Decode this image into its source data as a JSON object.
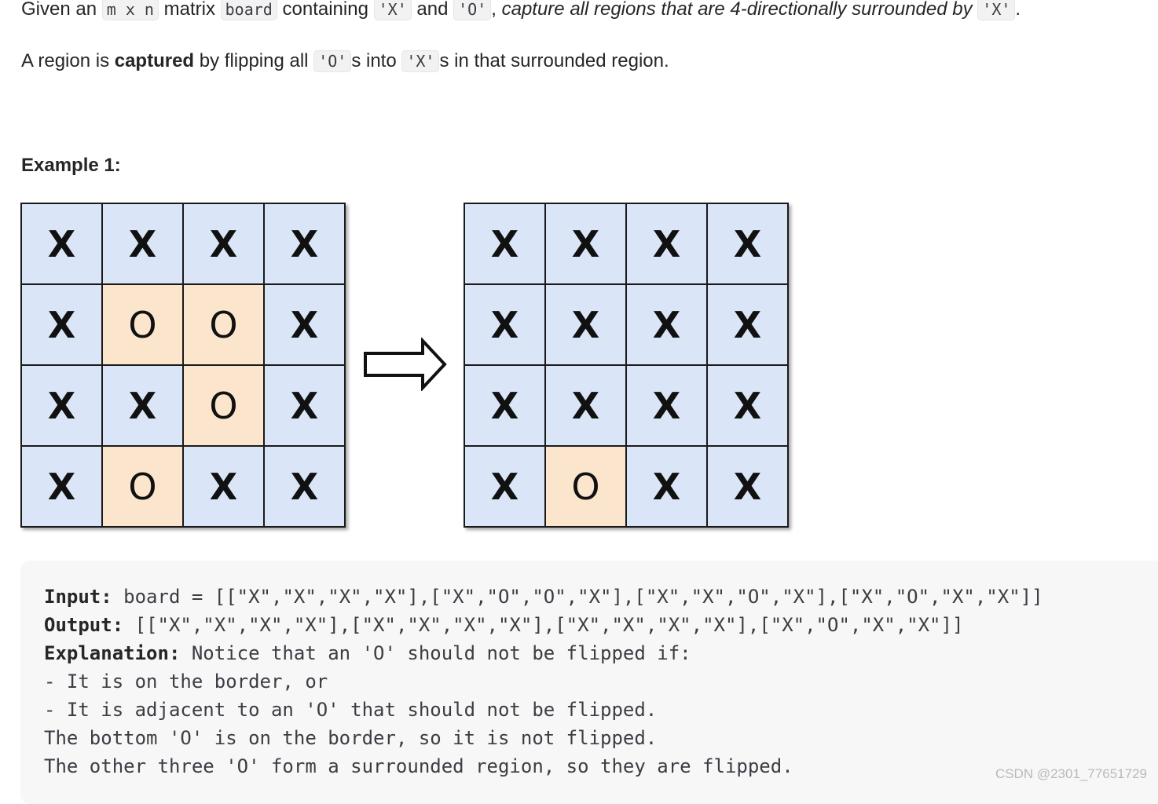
{
  "intro": {
    "p1": {
      "t1": "Given an ",
      "c_mxn": "m x n",
      "t2": " matrix ",
      "c_board": "board",
      "t3": " containing ",
      "c_x1": "'X'",
      "t4": " and ",
      "c_o1": "'O'",
      "t5": ", ",
      "italic": "capture all regions that are 4-directionally surrounded by",
      "t6": " ",
      "c_x2": "'X'",
      "t7": "."
    },
    "p2": {
      "t1": "A region is ",
      "bold": "captured",
      "t2": " by flipping all ",
      "c_o": "'O'",
      "t3": "s into ",
      "c_x": "'X'",
      "t4": "s in that surrounded region."
    }
  },
  "example_title": "Example 1:",
  "figure": {
    "before": [
      [
        "X",
        "X",
        "X",
        "X"
      ],
      [
        "X",
        "O",
        "O",
        "X"
      ],
      [
        "X",
        "X",
        "O",
        "X"
      ],
      [
        "X",
        "O",
        "X",
        "X"
      ]
    ],
    "after": [
      [
        "X",
        "X",
        "X",
        "X"
      ],
      [
        "X",
        "X",
        "X",
        "X"
      ],
      [
        "X",
        "X",
        "X",
        "X"
      ],
      [
        "X",
        "O",
        "X",
        "X"
      ]
    ],
    "arrow_icon": "right-arrow-icon",
    "colors": {
      "x_cell": "#dae6f8",
      "o_cell": "#fbe6cd",
      "border": "#1a1a1a"
    }
  },
  "code": {
    "input_label": "Input:",
    "input_value": " board = [[\"X\",\"X\",\"X\",\"X\"],[\"X\",\"O\",\"O\",\"X\"],[\"X\",\"X\",\"O\",\"X\"],[\"X\",\"O\",\"X\",\"X\"]]",
    "output_label": "Output:",
    "output_value": " [[\"X\",\"X\",\"X\",\"X\"],[\"X\",\"X\",\"X\",\"X\"],[\"X\",\"X\",\"X\",\"X\"],[\"X\",\"O\",\"X\",\"X\"]]",
    "explanation_label": "Explanation:",
    "explanation_value": " Notice that an 'O' should not be flipped if:",
    "line4": "- It is on the border, or",
    "line5": "- It is adjacent to an 'O' that should not be flipped.",
    "line6": "The bottom 'O' is on the border, so it is not flipped.",
    "line7": "The other three 'O' form a surrounded region, so they are flipped."
  },
  "watermark": "CSDN @2301_77651729"
}
